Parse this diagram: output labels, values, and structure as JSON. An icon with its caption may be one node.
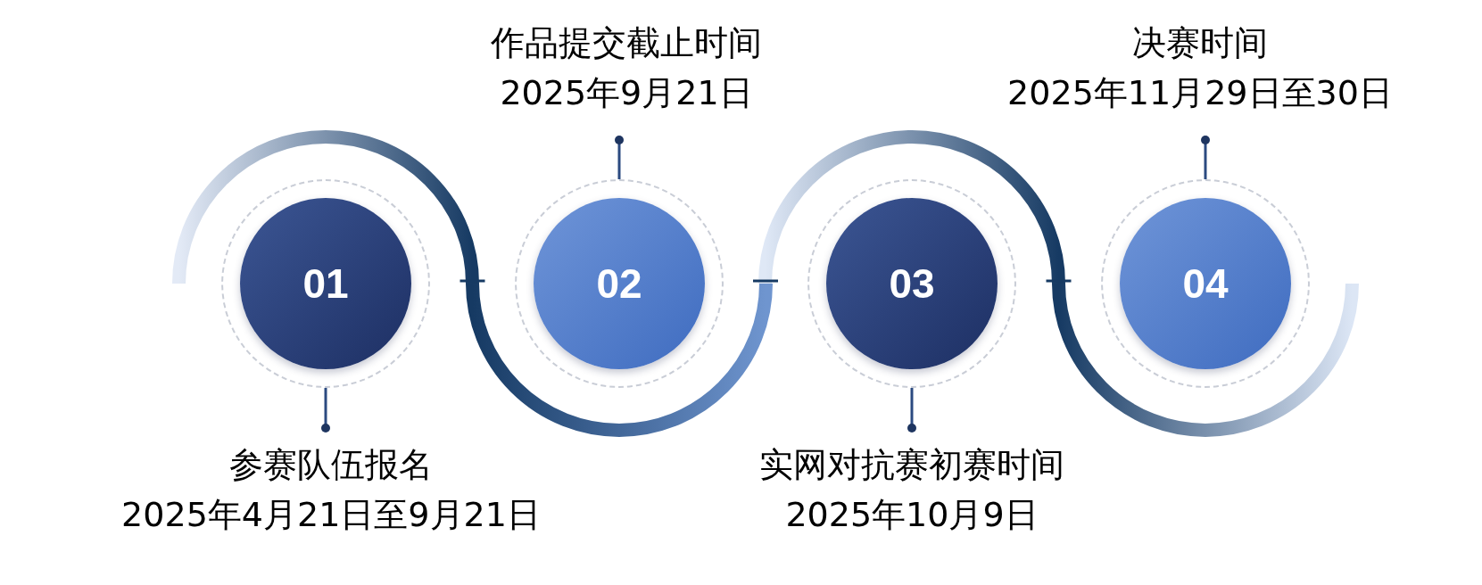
{
  "diagram": {
    "nodes": [
      {
        "text": [
          "01"
        ]
      },
      {
        "text": [
          "02"
        ]
      },
      {
        "text": [
          "03"
        ]
      },
      {
        "text": [
          "04"
        ]
      },
      {
        "text": [
          "参赛队伍报名",
          "2025年4月21日至9月21日"
        ]
      },
      {
        "text": [
          "作品提交截止时间",
          "2025年9月21日"
        ]
      },
      {
        "text": [
          "实网对抗赛初赛时间",
          "2025年10月9日"
        ]
      },
      {
        "text": [
          "决赛时间",
          "2025年11月29日至30日"
        ]
      }
    ],
    "edges": [
      {
        "from": 0,
        "to": 4,
        "arrow": "other"
      },
      {
        "from": 1,
        "to": 5,
        "arrow": "other"
      },
      {
        "from": 2,
        "to": 6,
        "arrow": "other"
      },
      {
        "from": 3,
        "to": 7,
        "arrow": "other"
      }
    ]
  }
}
